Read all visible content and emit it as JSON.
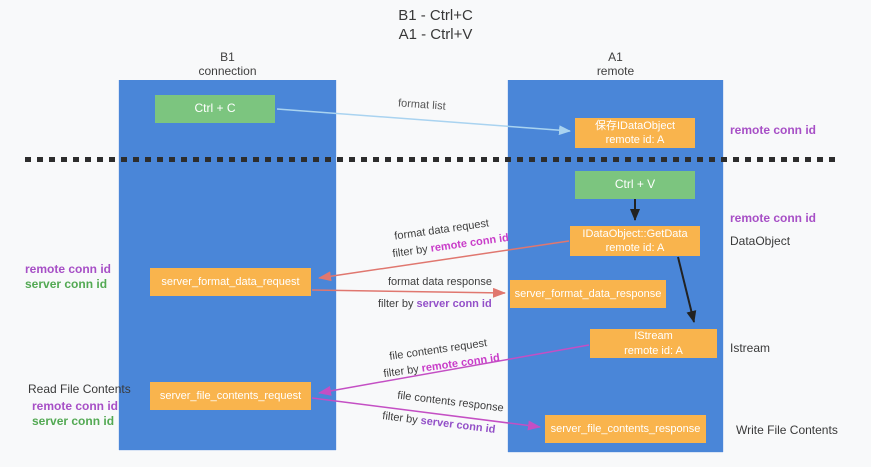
{
  "title": {
    "line1": "B1 - Ctrl+C",
    "line2": "A1 - Ctrl+V"
  },
  "columns": {
    "left": {
      "name": "B1",
      "role": "connection"
    },
    "right": {
      "name": "A1",
      "role": "remote"
    }
  },
  "boxes": {
    "ctrl_c": {
      "label": "Ctrl + C"
    },
    "save_idataobject": {
      "line1": "保存IDataObject",
      "line2": "remote id: A"
    },
    "ctrl_v": {
      "label": "Ctrl + V"
    },
    "getdata": {
      "line1": "IDataObject::GetData",
      "line2": "remote id: A"
    },
    "server_format_data_request": {
      "label": "server_format_data_request"
    },
    "server_format_data_response": {
      "label": "server_format_data_response"
    },
    "istream": {
      "line1": "IStream",
      "line2": "remote id: A"
    },
    "server_file_contents_request": {
      "label": "server_file_contents_request"
    },
    "server_file_contents_response": {
      "label": "server_file_contents_response"
    }
  },
  "flow_labels": {
    "format_list": "format list",
    "format_data_request": "format data request",
    "format_data_response": "format data response",
    "file_contents_request": "file contents request",
    "file_contents_response": "file contents response",
    "filter_by": "filter by ",
    "remote_conn_id": "remote conn id",
    "server_conn_id": "server conn id"
  },
  "side_labels": {
    "remote_conn_id": "remote conn id",
    "server_conn_id": "server conn id",
    "dataobject": "DataObject",
    "istream": "Istream",
    "read_file_contents": "Read File Contents",
    "write_file_contents": "Write File Contents"
  },
  "colors": {
    "column_blue": "#4a86d8",
    "box_green": "#7cc57f",
    "box_orange": "#f9b44d",
    "arrow_light_blue": "#a9d3f0",
    "arrow_black": "#222222",
    "arrow_red": "#e0776f",
    "arrow_magenta": "#c44fc4",
    "label_purple": "#a74fc6",
    "label_green": "#53a953",
    "background": "#f8f9fa"
  }
}
